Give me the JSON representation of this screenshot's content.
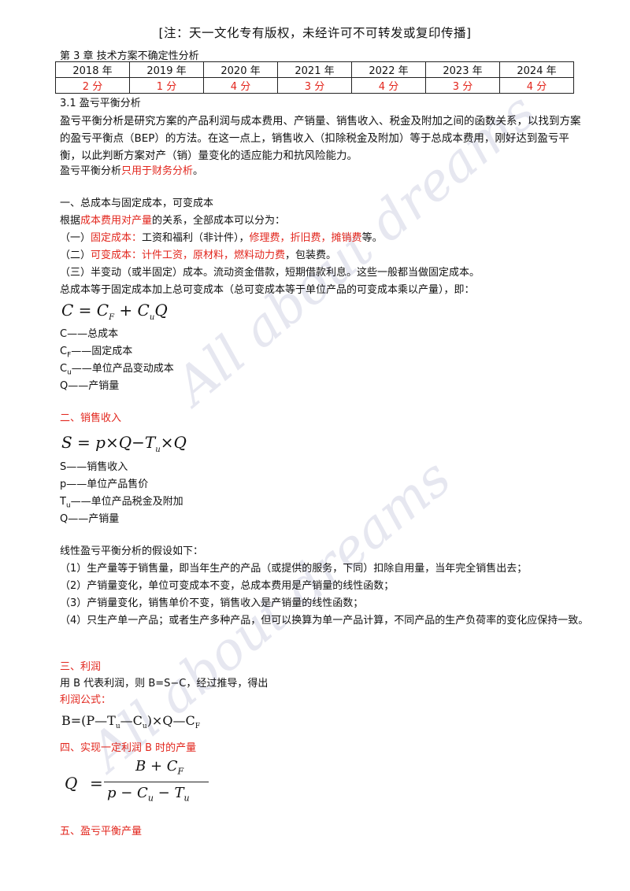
{
  "notice": "[注：天一文化专有版权，未经许可不可转发或复印传播]",
  "chapter": "第 3 章    技术方案不确定性分析",
  "table": {
    "years": [
      "2018 年",
      "2019 年",
      "2020 年",
      "2021 年",
      "2022 年",
      "2023 年",
      "2024 年"
    ],
    "scores": [
      "2 分",
      "1 分",
      "4 分",
      "3 分",
      "4 分",
      "3 分",
      "4 分"
    ]
  },
  "section": "3.1    盈亏平衡分析",
  "intro": "盈亏平衡分析是研究方案的产品利润与成本费用、产销量、销售收入、税金及附加之间的函数关系，以找到方案的盈亏平衡点（BEP）的方法。在这一点上，销售收入（扣除税金及附加）等于总成本费用，刚好达到盈亏平衡，以此判断方案对产（销）量变化的适应能力和抗风险能力。",
  "intro2": {
    "before": "盈亏平衡分析",
    "red": "只用于财务分析",
    "after": "。"
  },
  "h1": "一、总成本与固定成本，可变成本",
  "basis": {
    "before": "根据",
    "red": "成本费用对产量",
    "after": "的关系，全部成本可以分为："
  },
  "fixed": {
    "before": "（一）",
    "red1": "固定成本：",
    "mid": "工资和福利（非计件），",
    "red2": "修理费，折旧费，摊销费",
    "after": "等。"
  },
  "variable": {
    "before": "（二）",
    "red": "可变成本：计件工资，原材料，燃料动力费",
    "after": "，包装费。"
  },
  "semi": "（三）半变动（或半固定）成本。流动资金借款，短期借款利息。这些一般都当做固定成本。",
  "total_desc": "总成本等于固定成本加上总可变成本（总可变成本等于单位产品的可变成本乘以产量），即：",
  "formula1": {
    "lhs": "C",
    "eq": " = ",
    "t1": "C",
    "s1": "F",
    "plus": " + ",
    "t2": "C",
    "s2": "u",
    "t3": "Q"
  },
  "defs1": [
    {
      "sym": "C",
      "sub": "",
      "text": "——总成本"
    },
    {
      "sym": "C",
      "sub": "F",
      "text": "——固定成本"
    },
    {
      "sym": "C",
      "sub": "u",
      "text": "——单位产品变动成本"
    },
    {
      "sym": "Q",
      "sub": "",
      "text": "——产销量"
    }
  ],
  "h2": "二、销售收入",
  "formula2": {
    "text": "S = p×Q−T",
    "sub": "u",
    "tail": "×Q"
  },
  "defs2": [
    {
      "sym": "S",
      "sub": "",
      "text": "——销售收入"
    },
    {
      "sym": "p",
      "sub": "",
      "text": "——单位产品售价"
    },
    {
      "sym": "T",
      "sub": "u",
      "text": "——单位产品税金及附加"
    },
    {
      "sym": "Q",
      "sub": "",
      "text": "——产销量"
    }
  ],
  "assumptions_title": "线性盈亏平衡分析的假设如下：",
  "assumptions": [
    "（1）生产量等于销售量，即当年生产的产品（或提供的服务，下同）扣除自用量，当年完全销售出去；",
    "（2）产销量变化，单位可变成本不变，总成本费用是产销量的线性函数；",
    "（3）产销量变化，销售单价不变，销售收入是产销量的线性函数；",
    "（4）只生产单一产品；或者生产多种产品，但可以换算为单一产品计算，不同产品的生产负荷率的变化应保持一致。"
  ],
  "h3": "三、利润",
  "profit_desc": "用 B 代表利润，则 B=S−C，经过推导，得出",
  "profit_formula_label": "利润公式：",
  "formula3": {
    "a": "B=(P—T",
    "s1": "u",
    "b": "—C",
    "s2": "u",
    "c": ")×Q—C",
    "s3": "F"
  },
  "h4": "四、实现一定利润 B 时的产量",
  "formula4": {
    "lhs": "Q",
    "eq": "=",
    "num": "B  +  C",
    "num_sub": "F",
    "den": "p  −  C",
    "den_sub1": "u",
    "den_mid": "  −  T",
    "den_sub2": "u"
  },
  "h5": "五、盈亏平衡产量",
  "watermark": [
    "All about dreams",
    "All about dreams"
  ],
  "colors": {
    "accent_red": "#e2261d",
    "watermark": "#c9cbe0"
  }
}
